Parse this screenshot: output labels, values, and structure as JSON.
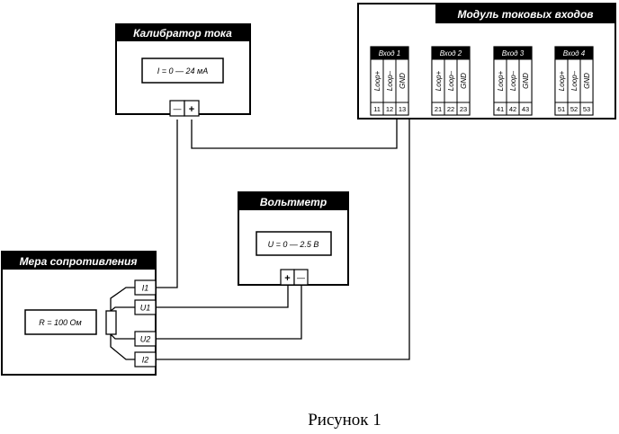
{
  "calibrator": {
    "title": "Калибратор тока",
    "value": "I = 0 — 24 мА",
    "minus": "—",
    "plus": "+"
  },
  "module": {
    "title": "Модуль токовых входов",
    "inputs": [
      {
        "name": "Вход 1",
        "pins": [
          "Loop+",
          "Loop–",
          "GND"
        ],
        "nums": [
          "11",
          "12",
          "13"
        ]
      },
      {
        "name": "Вход 2",
        "pins": [
          "Loop+",
          "Loop–",
          "GND"
        ],
        "nums": [
          "21",
          "22",
          "23"
        ]
      },
      {
        "name": "Вход 3",
        "pins": [
          "Loop+",
          "Loop–",
          "GND"
        ],
        "nums": [
          "41",
          "42",
          "43"
        ]
      },
      {
        "name": "Вход 4",
        "pins": [
          "Loop+",
          "Loop–",
          "GND"
        ],
        "nums": [
          "51",
          "52",
          "53"
        ]
      }
    ]
  },
  "voltmeter": {
    "title": "Вольтметр",
    "value": "U = 0 — 2.5 В",
    "plus": "+",
    "minus": "—"
  },
  "resistor": {
    "title": "Мера сопротивления",
    "value": "R = 100 Ом",
    "terminals": [
      "I1",
      "U1",
      "U2",
      "I2"
    ]
  },
  "caption": "Рисунок 1"
}
